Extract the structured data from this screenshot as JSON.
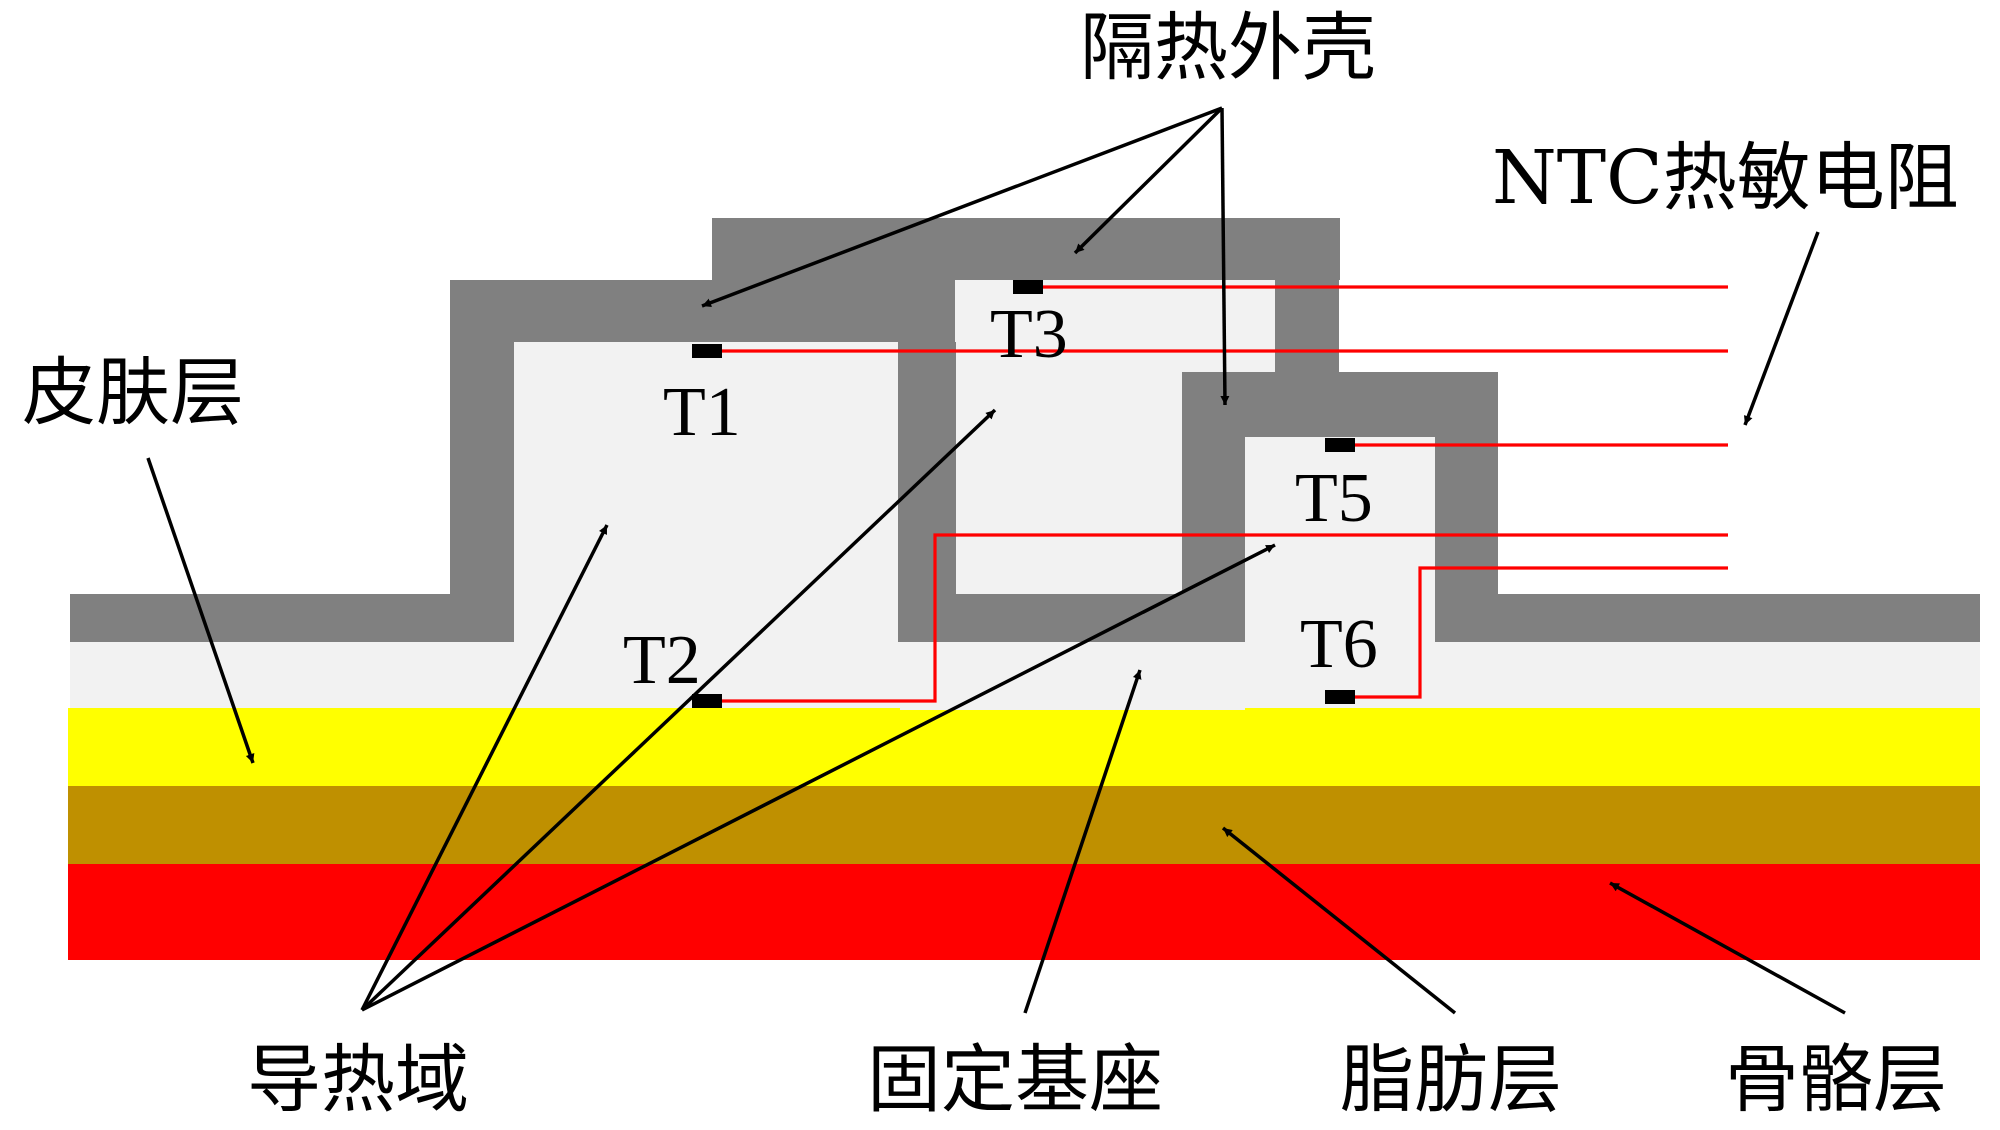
{
  "labels": {
    "shell": "隔热外壳",
    "ntc": "NTC热敏电阻",
    "skin": "皮肤层",
    "domain": "导热域",
    "base": "固定基座",
    "fat": "脂肪层",
    "bone": "骨骼层"
  },
  "sensors": [
    "T1",
    "T2",
    "T3",
    "T5",
    "T6"
  ],
  "colors": {
    "shell": "#808080",
    "domain": "#f2f2f2",
    "skin": "#ffff00",
    "fat": "#bf9000",
    "bone": "#ff0000",
    "wire": "#ff0000",
    "sensor": "#000000"
  }
}
